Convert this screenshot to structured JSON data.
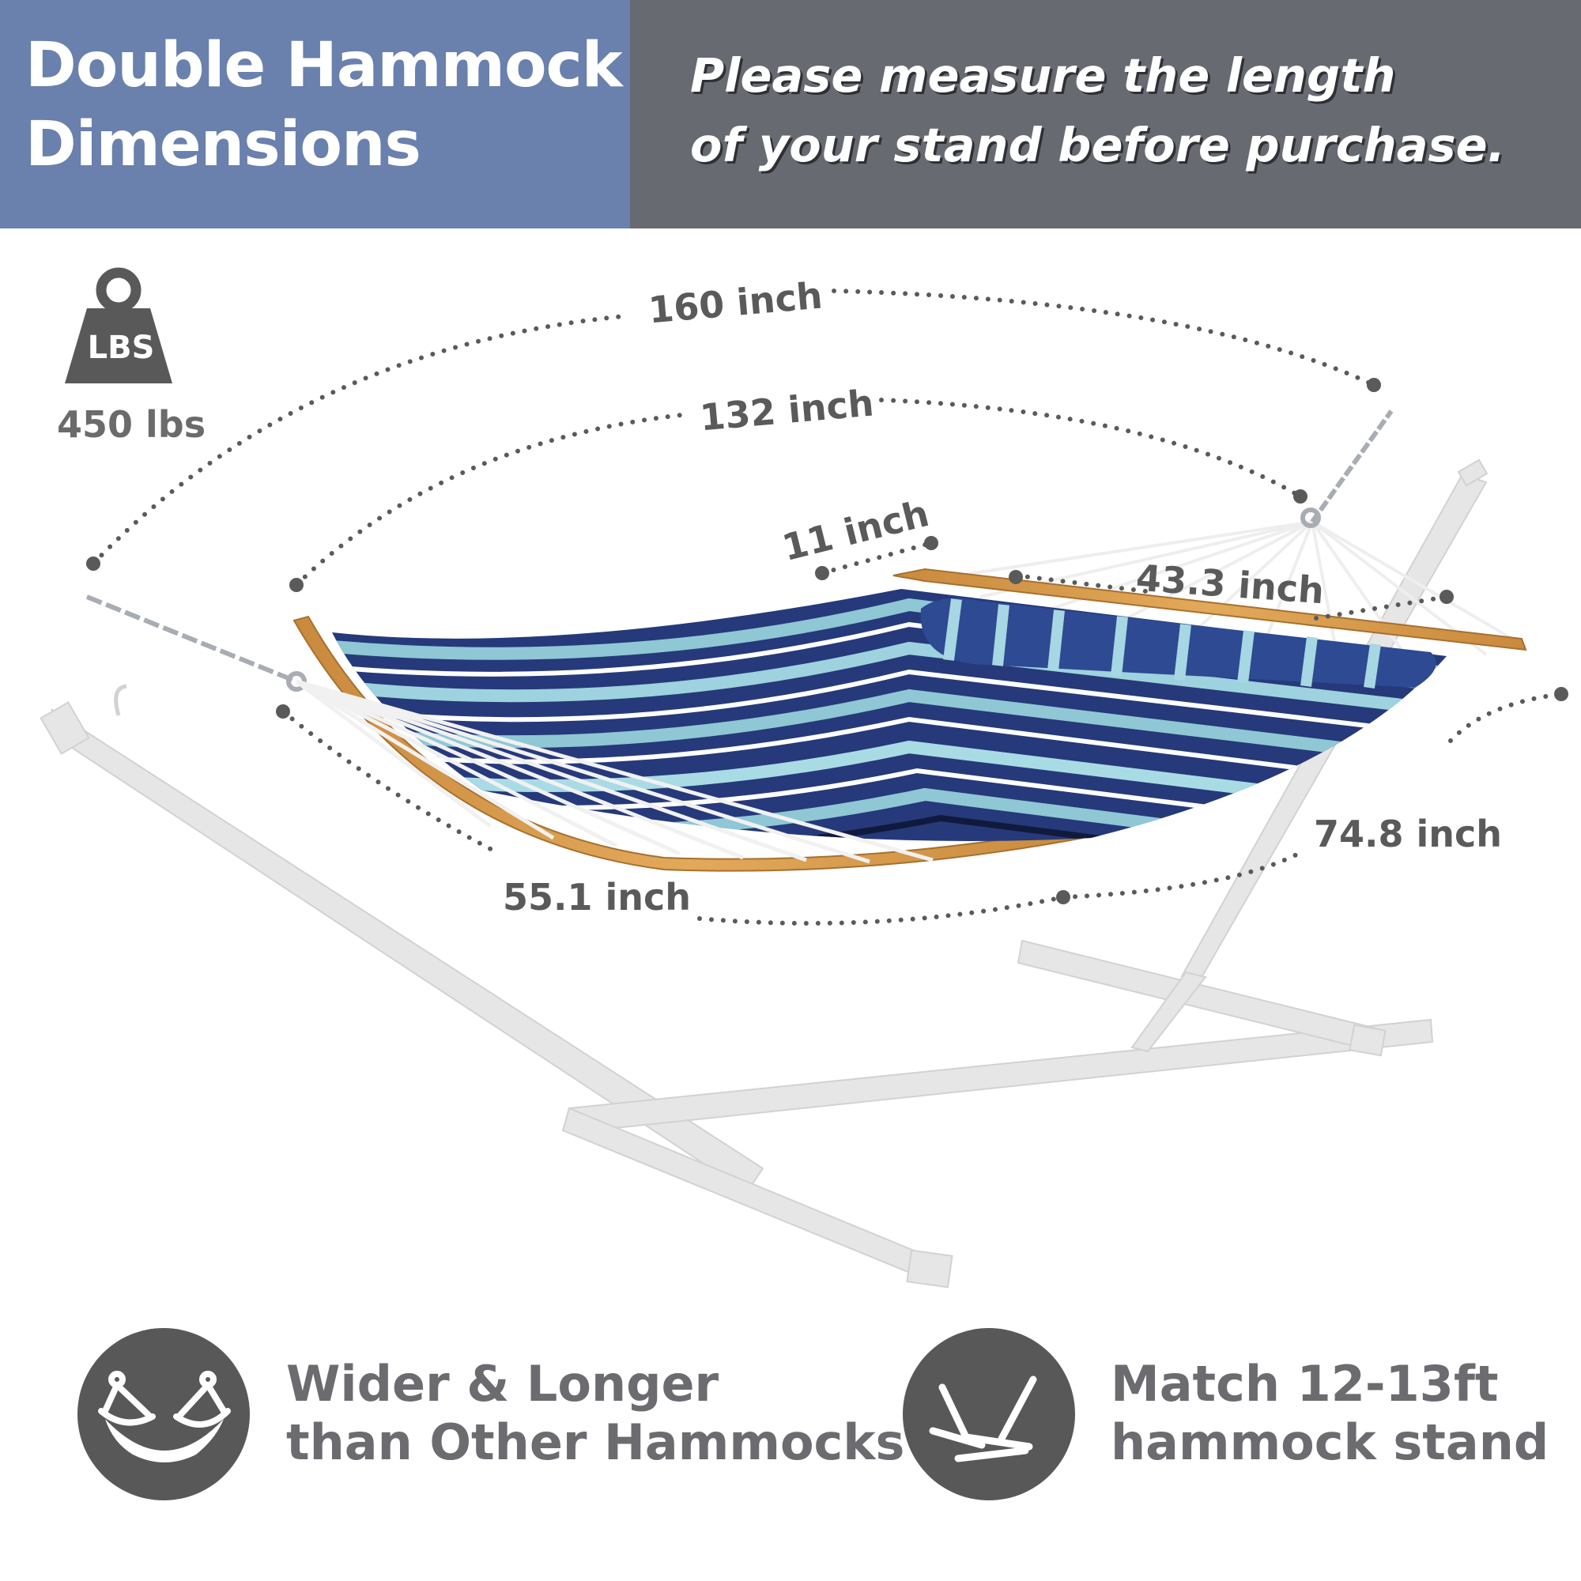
{
  "header": {
    "title_line1": "Double Hammock",
    "title_line2": "Dimensions",
    "subtitle_line1": "Please measure the length",
    "subtitle_line2": "of your stand before purchase.",
    "colors": {
      "left_bg": "#6a80ad",
      "right_bg": "#686a72"
    }
  },
  "weight": {
    "icon_label": "LBS",
    "value": "450 lbs"
  },
  "dimensions": {
    "total_length": "160 inch",
    "bed_length": "132 inch",
    "pillow_height": "11 inch",
    "pillow_length": "43.3 inch",
    "width_side": "74.8 inch",
    "bed_width": "55.1 inch"
  },
  "features": [
    {
      "icon": "hammock-icon",
      "line1": "Wider & Longer",
      "line2": "than Other Hammocks"
    },
    {
      "icon": "stand-icon",
      "line1": "Match 12-13ft",
      "line2": "hammock stand"
    }
  ]
}
